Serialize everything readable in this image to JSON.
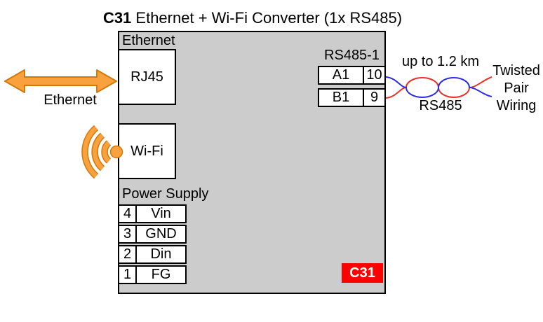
{
  "title": {
    "model": "C31",
    "description": " Ethernet + Wi-Fi Converter (1x RS485)"
  },
  "device": {
    "ethernet_section_label": "Ethernet",
    "rj45_label": "RJ45",
    "wifi_label": "Wi-Fi",
    "power_supply": {
      "label": "Power Supply",
      "rows": [
        {
          "pin": "4",
          "name": "Vin"
        },
        {
          "pin": "3",
          "name": "GND"
        },
        {
          "pin": "2",
          "name": "Din"
        },
        {
          "pin": "1",
          "name": "FG"
        }
      ]
    },
    "rs485": {
      "label": "RS485-1",
      "rows": [
        {
          "name": "A1",
          "pin": "10"
        },
        {
          "name": "B1",
          "pin": "9"
        }
      ]
    },
    "badge_label": "C31"
  },
  "ethernet_connection": {
    "label": "Ethernet"
  },
  "rs485_connection": {
    "distance_label": "up to 1.2 km",
    "bus_label": "RS485",
    "wiring_lines": [
      "Twisted",
      "Pair",
      "Wiring"
    ]
  },
  "colors": {
    "device_fill": "#cccccc",
    "accent_orange": "#F9A13C",
    "accent_orange_dark": "#D1790A",
    "wire_red": "#E8312A",
    "wire_blue": "#2D2DE0",
    "badge_red": "#FF0000"
  }
}
